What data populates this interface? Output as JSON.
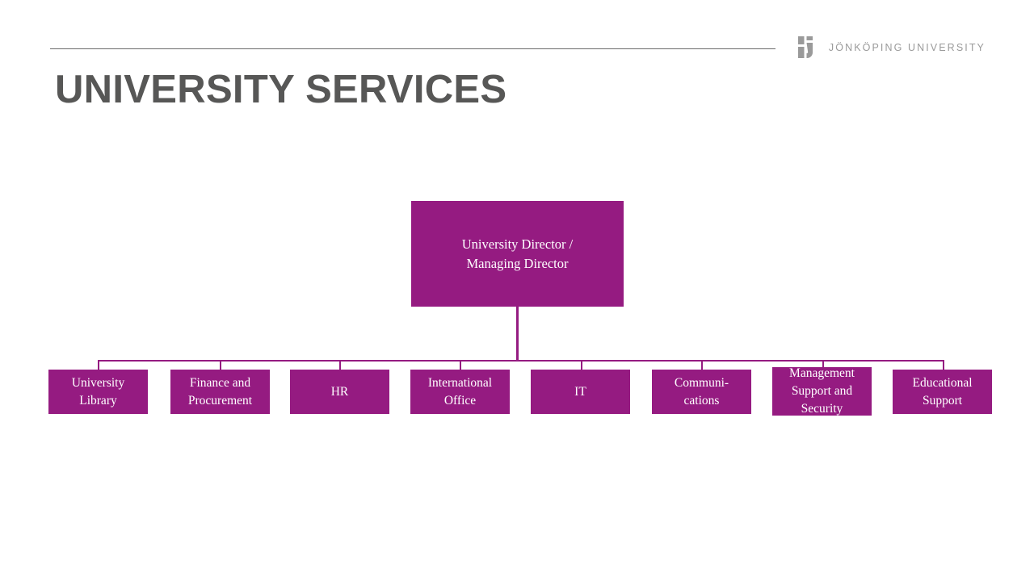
{
  "slide": {
    "title": "UNIVERSITY SERVICES",
    "background_color": "#ffffff",
    "accent_color": "#951B81",
    "title_color": "#575756",
    "rule_color": "#6b6b6b"
  },
  "logo": {
    "mark_name": "jonkoping-university-j-mark",
    "wordmark": "JÖNKÖPING UNIVERSITY",
    "color": "#9a9a9a"
  },
  "chart_data": {
    "type": "diagram",
    "diagram_kind": "organization-chart",
    "title": "UNIVERSITY SERVICES",
    "node_fill": "#951B81",
    "node_text_color": "#ffffff",
    "connector_color": "#951B81",
    "root": {
      "id": "root",
      "label": "University Director /\nManaging Director",
      "lines": [
        "University Director /",
        "Managing Director"
      ]
    },
    "children": [
      {
        "id": "university-library",
        "label": "University Library",
        "lines": [
          "University",
          "Library"
        ]
      },
      {
        "id": "finance-and-procurement",
        "label": "Finance and Procurement",
        "lines": [
          "Finance and",
          "Procurement"
        ]
      },
      {
        "id": "hr",
        "label": "HR",
        "lines": [
          "HR"
        ]
      },
      {
        "id": "international-office",
        "label": "International Office",
        "lines": [
          "International",
          "Office"
        ]
      },
      {
        "id": "it",
        "label": "IT",
        "lines": [
          "IT"
        ]
      },
      {
        "id": "communications",
        "label": "Communications",
        "lines": [
          "Communi-",
          "cations"
        ]
      },
      {
        "id": "management-support-and-security",
        "label": "Management Support and Security",
        "lines": [
          "Management",
          "Support and",
          "Security"
        ]
      },
      {
        "id": "educational-support",
        "label": "Educational Support",
        "lines": [
          "Educational",
          "Support"
        ]
      }
    ]
  }
}
